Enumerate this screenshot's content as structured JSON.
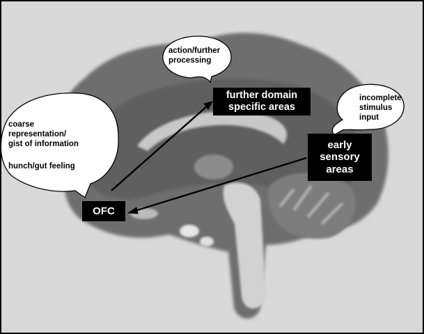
{
  "labels": {
    "ofc": "OFC",
    "further_domain": "further domain\nspecific areas",
    "early_sensory": "early\nsensory\nareas"
  },
  "bubbles": {
    "action": "action/further\nprocessing",
    "stimulus": "incomplete\nstimulus\ninput",
    "coarse": "coarse\nrepresentation/\ngist of information",
    "hunch": "hunch/gut feeling"
  },
  "colors": {
    "background": "#d9d9d9",
    "box_fill": "#000000",
    "box_text": "#ffffff",
    "bubble_fill": "#ffffff"
  }
}
